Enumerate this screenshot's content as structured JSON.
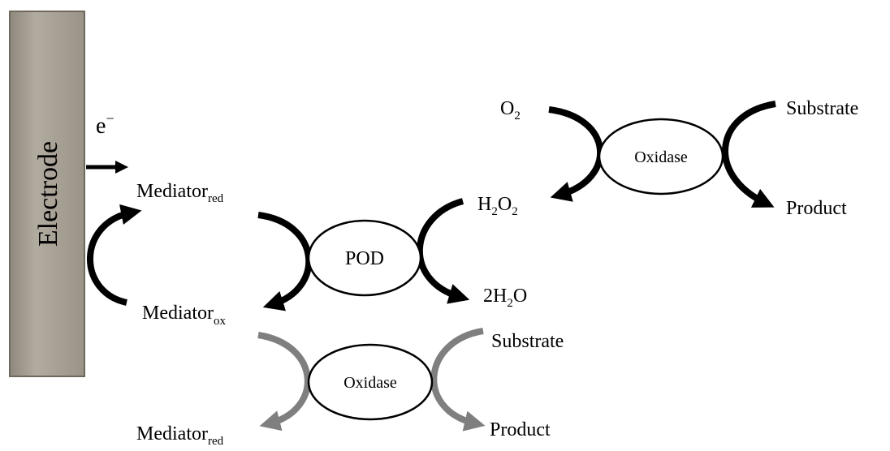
{
  "electrode": {
    "label": "Electrode",
    "fill_color": "#a8a196"
  },
  "electron": {
    "label": "e",
    "sup": "−"
  },
  "colors": {
    "primary_arrow": "#000000",
    "secondary_arrow": "#7f7f7f"
  },
  "pod": {
    "enzyme": "POD",
    "mediator_red": {
      "base": "Mediator",
      "sub": "red"
    },
    "mediator_ox": {
      "base": "Mediator",
      "sub": "ox"
    },
    "h2o2": {
      "h": "H",
      "two_a": "2",
      "o": "O",
      "two_b": "2"
    },
    "water": {
      "coef": "2H",
      "two": "2",
      "o": "O"
    }
  },
  "top_oxidase": {
    "enzyme": "Oxidase",
    "o2": {
      "o": "O",
      "two": "2"
    },
    "substrate": "Substrate",
    "product": "Product"
  },
  "bottom_oxidase": {
    "enzyme": "Oxidase",
    "substrate": "Substrate",
    "product": "Product",
    "mediator_red": {
      "base": "Mediator",
      "sub": "red"
    }
  }
}
